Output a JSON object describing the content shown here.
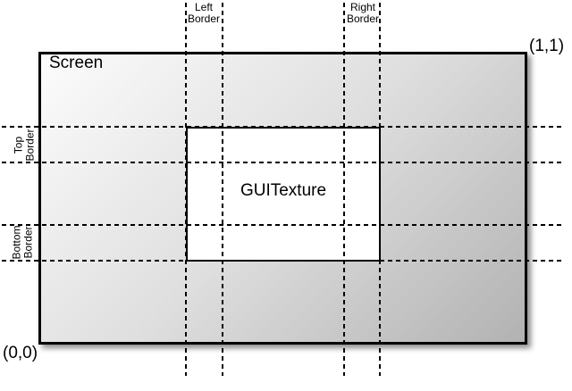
{
  "screen": {
    "label": "Screen",
    "coord_top_right": "(1,1)",
    "coord_bottom_left": "(0,0)"
  },
  "texture": {
    "label": "GUITexture"
  },
  "border_labels": {
    "left": {
      "line1": "Left",
      "line2": "Border"
    },
    "right": {
      "line1": "Right",
      "line2": "Border"
    },
    "top": {
      "line1": "Top",
      "line2": "Border"
    },
    "bottom": {
      "line1": "Bottom",
      "line2": "Border"
    }
  },
  "colors": {
    "line": "#000000",
    "grad-start": "#fcfcfc",
    "grad-mid": "#dedede",
    "grad-end": "#b2b2b2",
    "texture-fill": "#ffffff",
    "bg": "#ffffff"
  }
}
